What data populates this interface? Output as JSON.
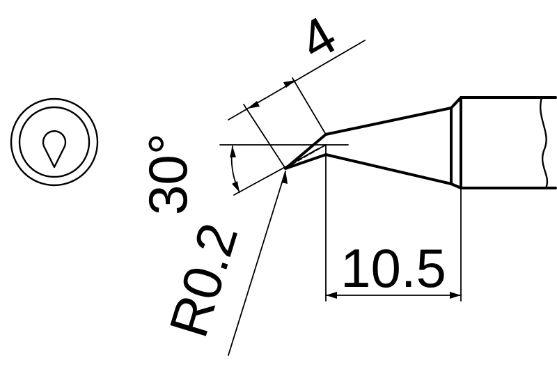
{
  "diagram": {
    "dimensions": {
      "length": "10.5",
      "bevel_width": "4",
      "angle": "30°",
      "radius": "R0.2"
    },
    "views": [
      "end-view",
      "side-view"
    ]
  }
}
